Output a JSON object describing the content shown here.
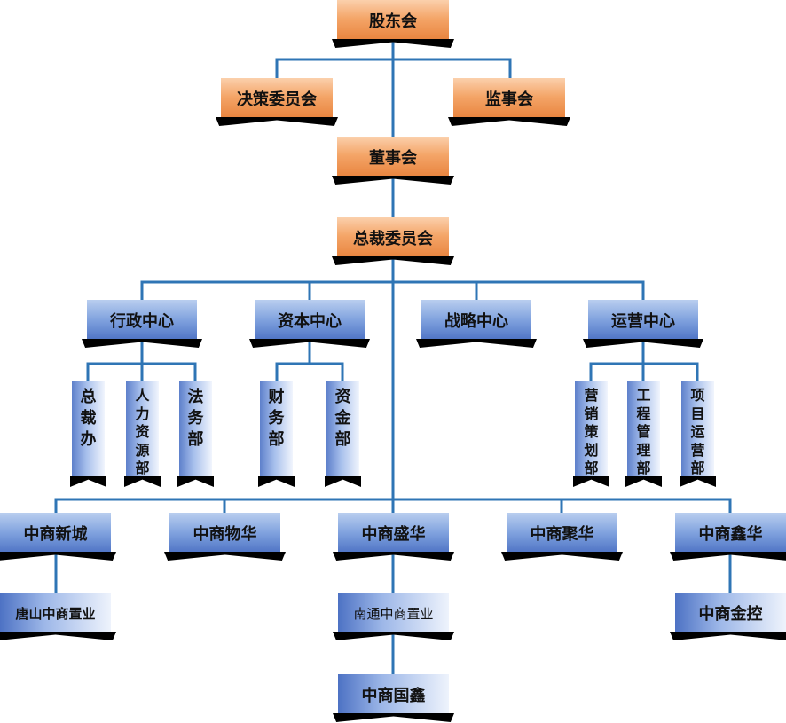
{
  "nodes": {
    "shareholders": "股东会",
    "decision_committee": "决策委员会",
    "supervisory_board": "监事会",
    "board_of_directors": "董事会",
    "president_committee": "总裁委员会",
    "admin_center": "行政中心",
    "capital_center": "资本中心",
    "strategy_center": "战略中心",
    "operations_center": "运营中心",
    "president_office": "总裁办",
    "hr_dept": "人力资源部",
    "legal_dept": "法务部",
    "finance_dept": "财务部",
    "funds_dept": "资金部",
    "marketing_dept": "营销策划部",
    "engineering_dept": "工程管理部",
    "project_ops_dept": "项目运营部",
    "zs_xincheng": "中商新城",
    "zs_wuhua": "中商物华",
    "zs_shenghua": "中商盛华",
    "zs_juhua": "中商聚华",
    "zs_xinhua": "中商鑫华",
    "tangshan_property": "唐山中商置业",
    "nantong_property": "南通中商置业",
    "zs_jinkong": "中商金控",
    "zs_guoxin": "中商国鑫"
  }
}
